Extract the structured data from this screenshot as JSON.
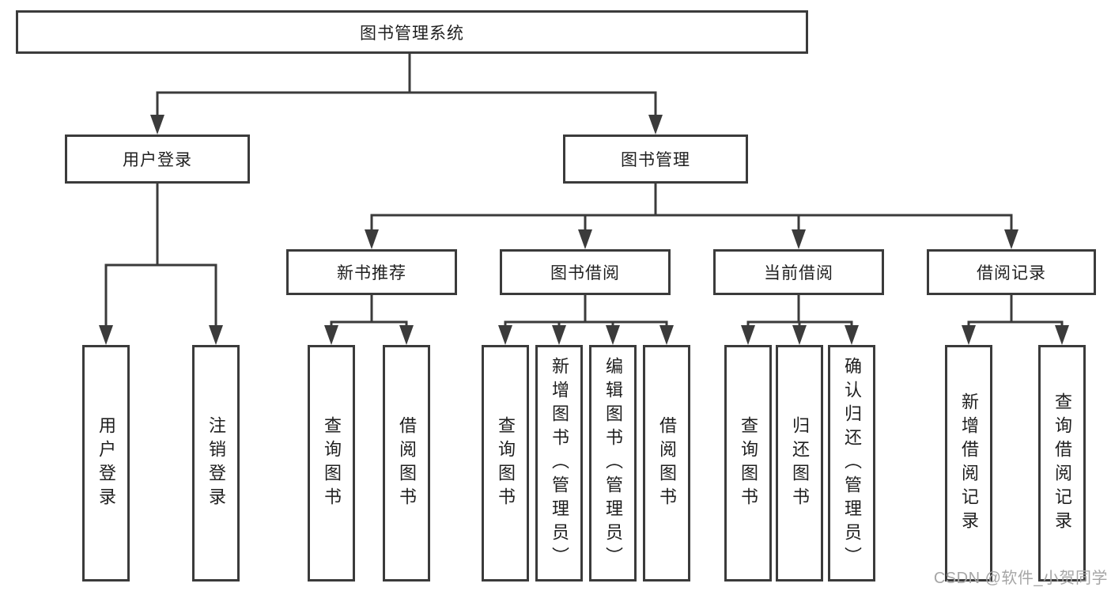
{
  "colors": {
    "line": "#3b3b3b",
    "box-border": "#3b3b3b",
    "text": "#1f1f1f",
    "watermark": "#a6a6a6",
    "background": "#ffffff"
  },
  "tree": {
    "root": {
      "label": "图书管理系统"
    },
    "branches": [
      {
        "label": "用户登录",
        "children": [
          {
            "label": "用户登录"
          },
          {
            "label": "注销登录"
          }
        ]
      },
      {
        "label": "图书管理",
        "children": [
          {
            "label": "新书推荐",
            "children": [
              {
                "label": "查询图书"
              },
              {
                "label": "借阅图书"
              }
            ]
          },
          {
            "label": "图书借阅",
            "children": [
              {
                "label": "查询图书"
              },
              {
                "label": "新增图书（管理员）"
              },
              {
                "label": "编辑图书（管理员）"
              },
              {
                "label": "借阅图书"
              }
            ]
          },
          {
            "label": "当前借阅",
            "children": [
              {
                "label": "查询图书"
              },
              {
                "label": "归还图书"
              },
              {
                "label": "确认归还（管理员）"
              }
            ]
          },
          {
            "label": "借阅记录",
            "children": [
              {
                "label": "新增借阅记录"
              },
              {
                "label": "查询借阅记录"
              }
            ]
          }
        ]
      }
    ]
  },
  "watermark": {
    "text": "CSDN @软件_小贺同学"
  }
}
